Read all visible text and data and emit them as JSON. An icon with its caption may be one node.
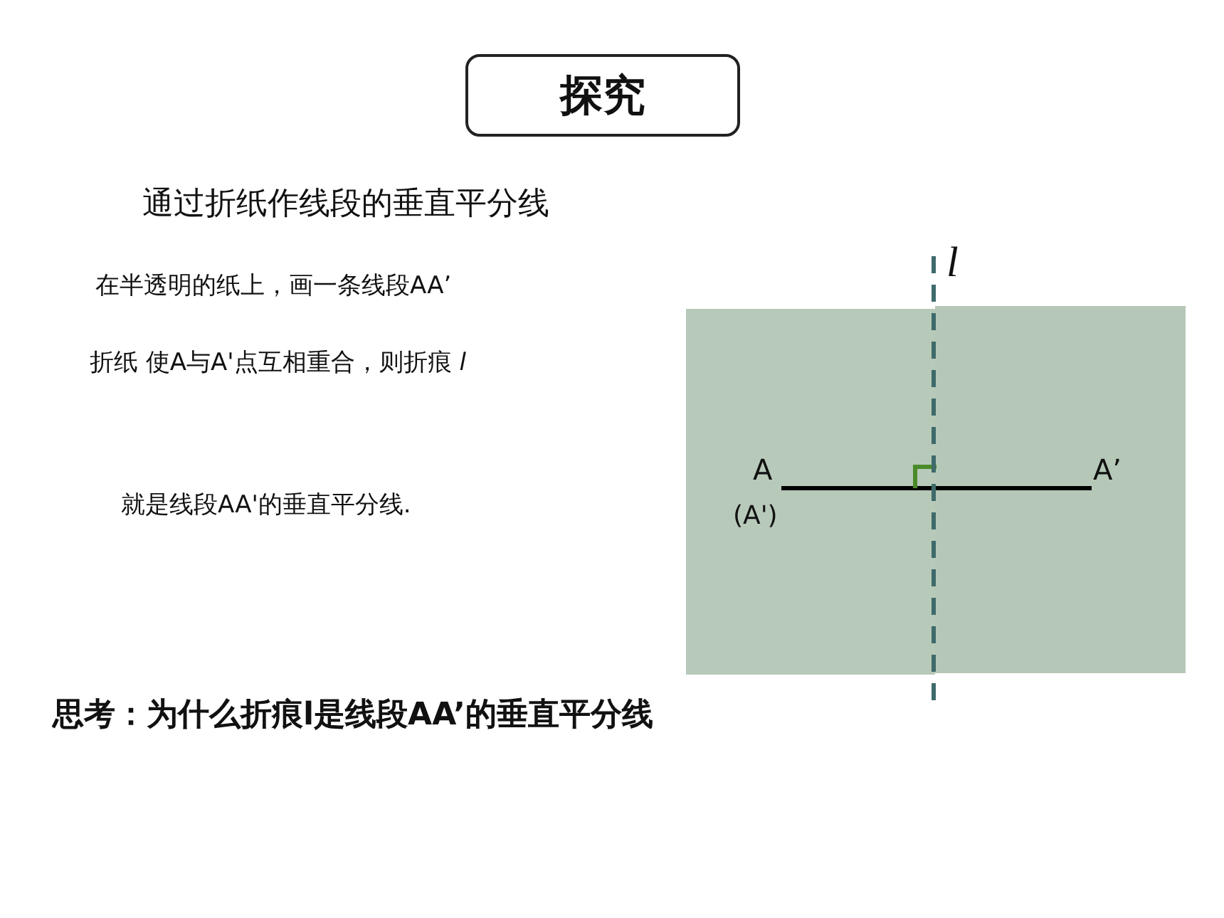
{
  "diagram": {
    "title": "探究",
    "labels": [
      "通过折纸作线段的垂直平分线",
      "l",
      "在半透明的纸上，画一条线段AA’",
      "折纸 使A与A'点互相重合，则折痕 *l*",
      "A",
      "A’",
      "(A')",
      "就是线段AA'的垂直平分线.",
      "思考：为什么折痕l是线段AA’的垂直平分线"
    ]
  }
}
